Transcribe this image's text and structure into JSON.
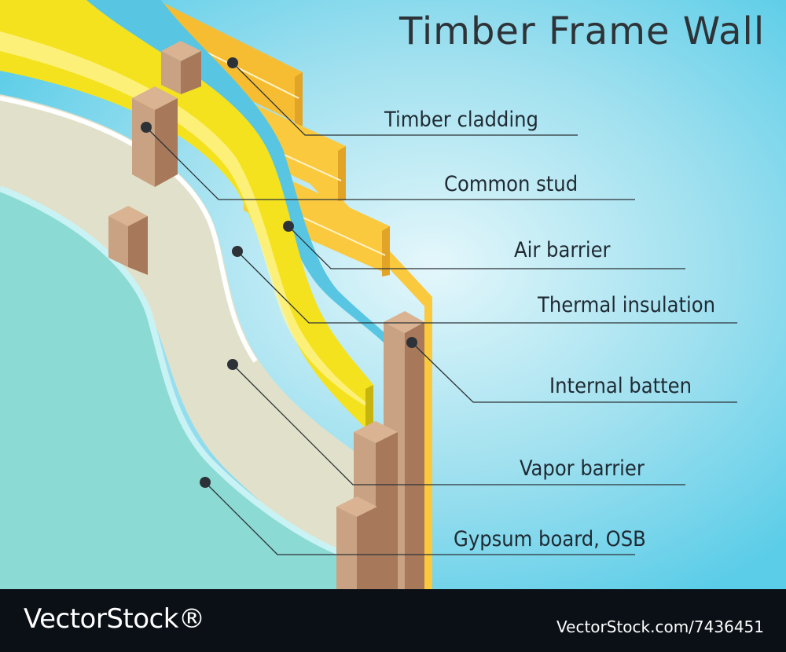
{
  "diagram": {
    "title": "Timber Frame Wall",
    "layers": [
      {
        "id": "timber-cladding",
        "label": "Timber cladding",
        "color": "#f8c43d"
      },
      {
        "id": "common-stud",
        "label": "Common stud",
        "color": "#c8a282"
      },
      {
        "id": "air-barrier",
        "label": "Air barrier",
        "color": "#58c6e2"
      },
      {
        "id": "thermal-insulation",
        "label": "Thermal insulation",
        "color": "#f4e21f"
      },
      {
        "id": "internal-batten",
        "label": "Internal batten",
        "color": "#a7785a"
      },
      {
        "id": "vapor-barrier",
        "label": "Vapor barrier",
        "color": "#e1e1cb"
      },
      {
        "id": "gypsum-board-osb",
        "label": "Gypsum board, OSB",
        "color": "#8cdad4"
      }
    ],
    "background_color": "#5ccde8"
  },
  "footer": {
    "brand": "VectorStock®",
    "image_id": "VectorStock.com/7436451"
  }
}
